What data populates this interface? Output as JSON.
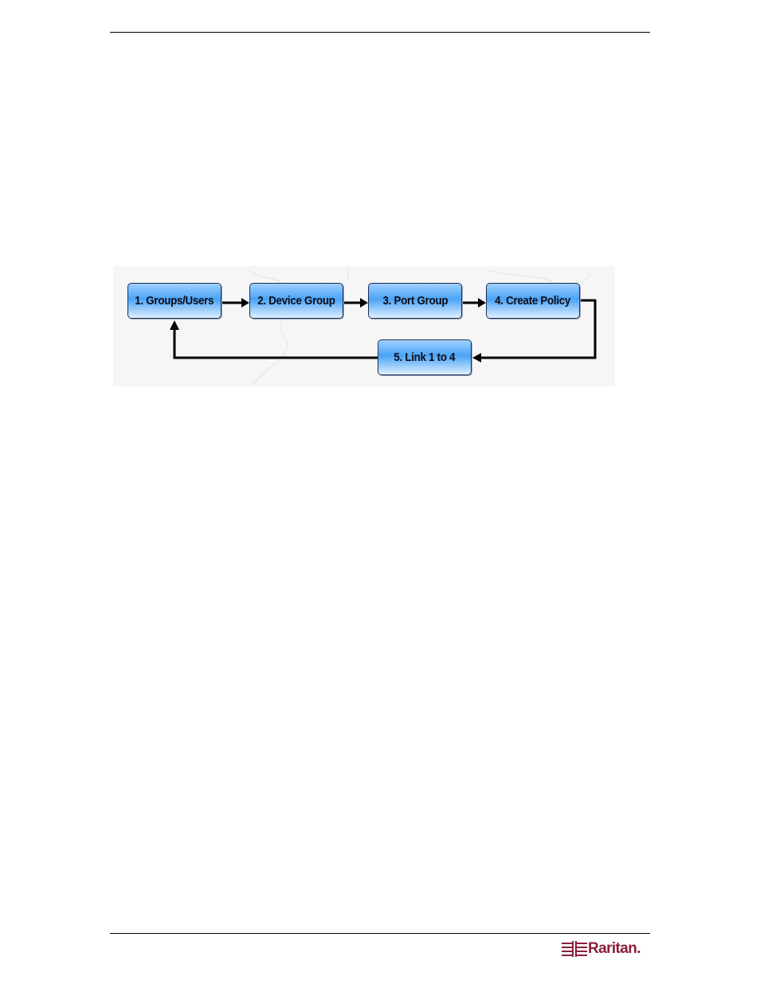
{
  "diagram": {
    "steps": [
      {
        "label": "1. Groups/Users"
      },
      {
        "label": "2. Device Group"
      },
      {
        "label": "3. Port  Group"
      },
      {
        "label": "4. Create Policy"
      },
      {
        "label": "5. Link 1 to 4"
      }
    ]
  },
  "footer": {
    "logo_text": "Raritan.",
    "brand_color": "#8a1f3c"
  }
}
